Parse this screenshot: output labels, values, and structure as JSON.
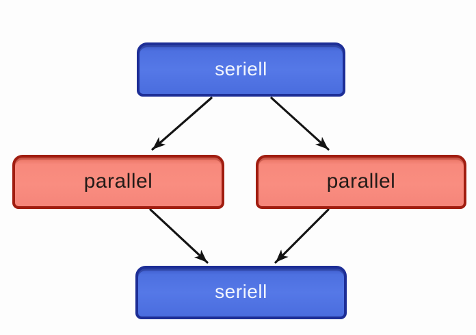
{
  "diagram": {
    "background_color": "#fdfdfd",
    "arrow_color": "#141414",
    "node_colors": {
      "seriell_fill": "#4e71e2",
      "seriell_border": "#1d2e96",
      "seriell_text": "#f2f6fd",
      "parallel_fill": "#f8897c",
      "parallel_border": "#a01d10",
      "parallel_text": "#231b18"
    },
    "nodes": [
      {
        "id": "seriell-top",
        "label": "seriell",
        "kind": "seriell"
      },
      {
        "id": "parallel-left",
        "label": "parallel",
        "kind": "parallel"
      },
      {
        "id": "parallel-right",
        "label": "parallel",
        "kind": "parallel"
      },
      {
        "id": "seriell-bottom",
        "label": "seriell",
        "kind": "seriell"
      }
    ],
    "edges": [
      {
        "from": "seriell-top",
        "to": "parallel-left"
      },
      {
        "from": "seriell-top",
        "to": "parallel-right"
      },
      {
        "from": "parallel-left",
        "to": "seriell-bottom"
      },
      {
        "from": "parallel-right",
        "to": "seriell-bottom"
      }
    ]
  }
}
